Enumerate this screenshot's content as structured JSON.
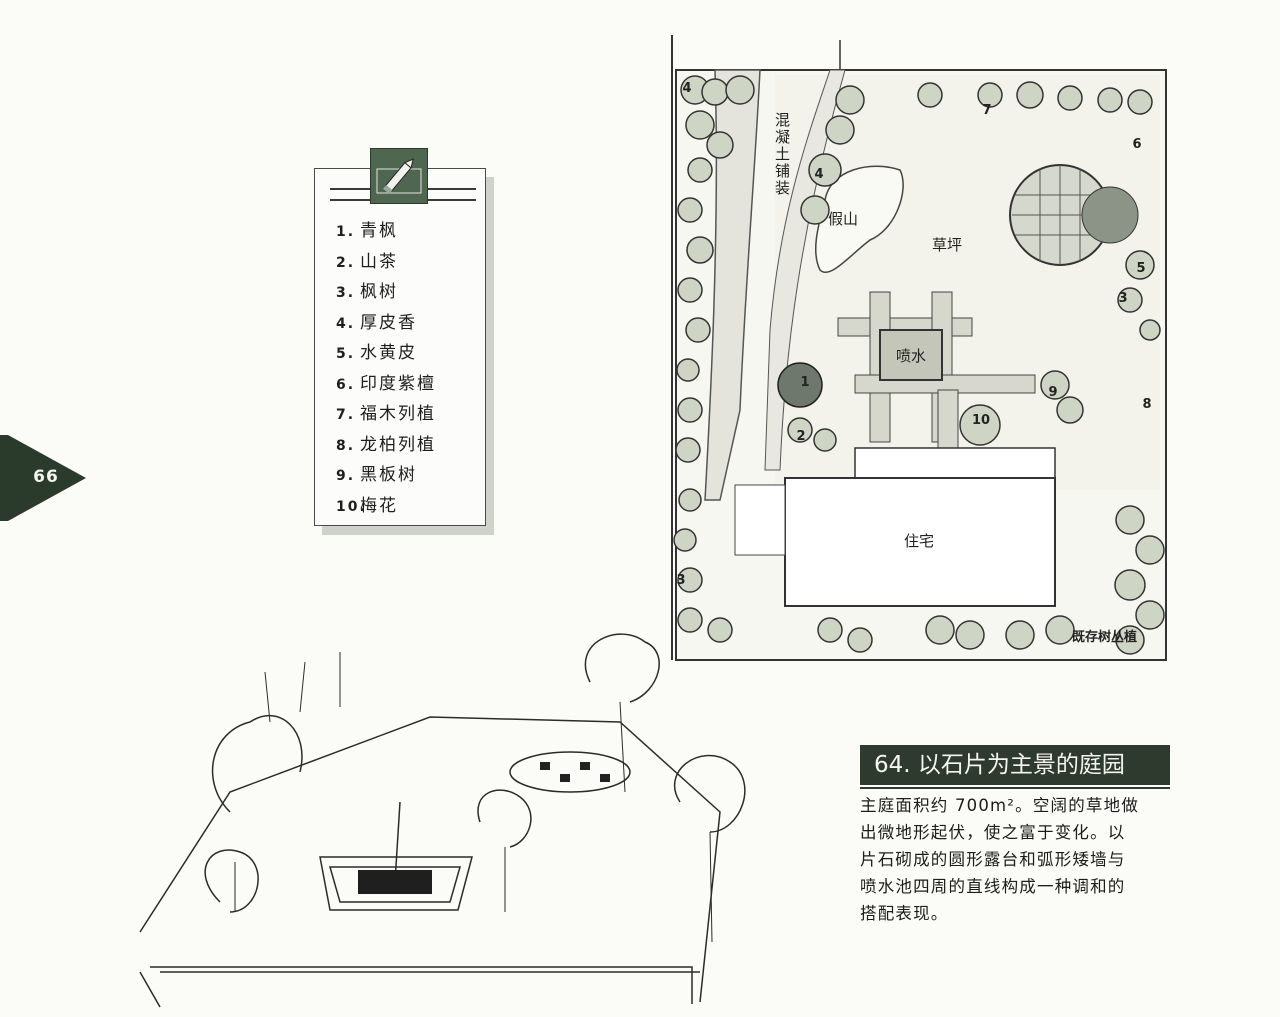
{
  "page": {
    "number": "66"
  },
  "legend": {
    "items": [
      {
        "num": "1.",
        "label": "青枫"
      },
      {
        "num": "2.",
        "label": "山茶"
      },
      {
        "num": "3.",
        "label": "枫树"
      },
      {
        "num": "4.",
        "label": "厚皮香"
      },
      {
        "num": "5.",
        "label": "水黄皮"
      },
      {
        "num": "6.",
        "label": "印度紫檀"
      },
      {
        "num": "7.",
        "label": "福木列植"
      },
      {
        "num": "8.",
        "label": "龙柏列植"
      },
      {
        "num": "9.",
        "label": "黑板树"
      },
      {
        "num": "10.",
        "label": "梅花"
      }
    ]
  },
  "plan": {
    "labels": {
      "paving": "混凝土铺装",
      "rockery": "假山",
      "lawn": "草坪",
      "fountain": "喷水",
      "house": "住宅",
      "existing_trees": "既存树丛植"
    },
    "markers": [
      "1",
      "2",
      "3",
      "4",
      "4",
      "5",
      "3",
      "6",
      "7",
      "8",
      "9",
      "10"
    ]
  },
  "caption": {
    "title": "64. 以石片为主景的庭园",
    "lines": [
      "主庭面积约 700m²。空阔的草地做",
      "出微地形起伏，使之富于变化。以",
      "片石砌成的圆形露台和弧形矮墙与",
      "喷水池四周的直线构成一种调和的",
      "搭配表现。"
    ]
  },
  "colors": {
    "tab": "#2a3a2b",
    "caption_bar": "#2f3a2f",
    "tree_fill": "#cfd5c4",
    "icon_box": "#4f6650"
  }
}
